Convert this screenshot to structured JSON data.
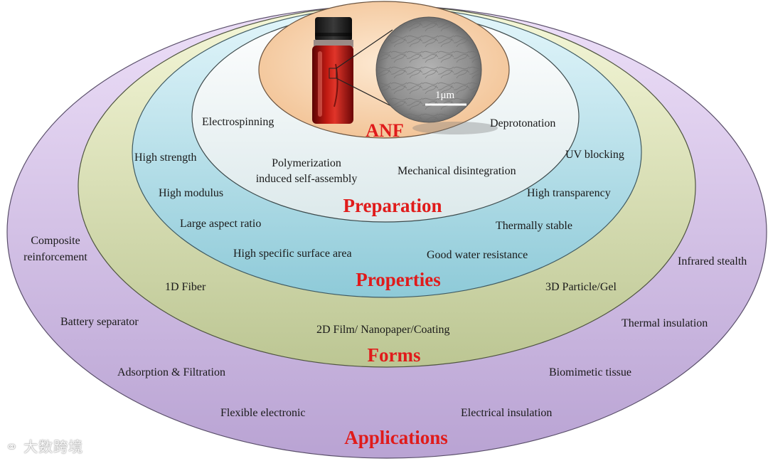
{
  "colors": {
    "title": "#e01b1b",
    "applications_ring": "#cdb7e3",
    "forms_ring": "#cdd6a5",
    "properties_ring": "#a9d6e0",
    "preparation_ring": "#e9f1f2",
    "anf_ring": "#f6cfa3"
  },
  "layers": {
    "anf": {
      "title": "ANF",
      "scale_label": "1μm"
    },
    "preparation": {
      "title": "Preparation",
      "items": [
        "Electrospinning",
        "Deprotonation",
        "Polymerization",
        "induced self-assembly",
        "Mechanical disintegration"
      ]
    },
    "properties": {
      "title": "Properties",
      "items": [
        "High strength",
        "UV blocking",
        "High modulus",
        "High transparency",
        "Large aspect ratio",
        "Thermally stable",
        "High specific surface area",
        "Good water resistance"
      ]
    },
    "forms": {
      "title": "Forms",
      "items": [
        "1D Fiber",
        "3D Particle/Gel",
        "2D Film/ Nanopaper/Coating"
      ]
    },
    "applications": {
      "title": "Applications",
      "items": [
        "Composite",
        "reinforcement",
        "Infrared stealth",
        "Battery separator",
        "Thermal insulation",
        "Adsorption & Filtration",
        "Biomimetic tissue",
        "Flexible electronic",
        "Electrical insulation"
      ]
    }
  },
  "watermark": "大数跨境"
}
